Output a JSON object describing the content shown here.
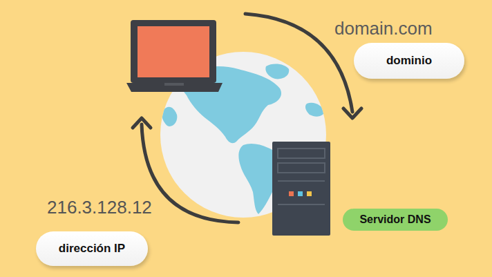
{
  "diagram": {
    "nodes": [
      {
        "text": [
          "dominio"
        ]
      },
      {
        "text": [
          "Servidor DNS"
        ]
      },
      {
        "text": [
          "dirección IP"
        ]
      }
    ],
    "labels": [
      "domain.com",
      "216.3.128.12"
    ]
  }
}
